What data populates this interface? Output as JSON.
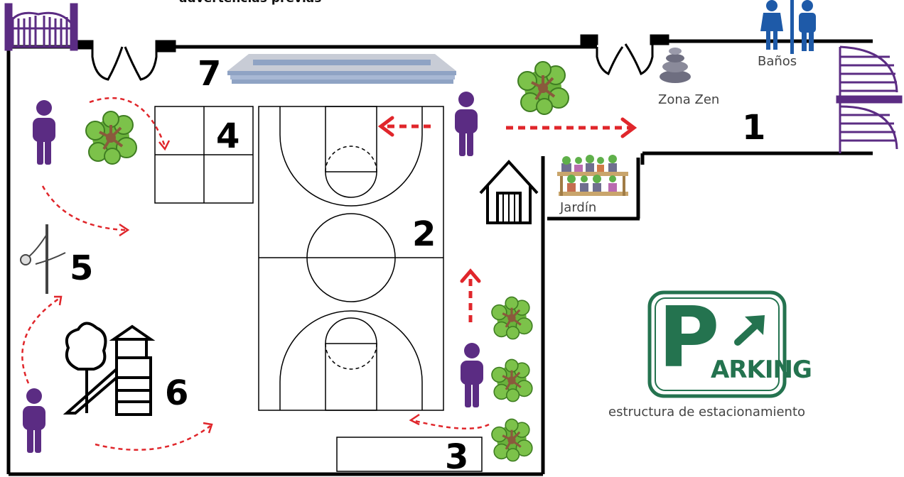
{
  "header": {
    "text": "advertencias previas"
  },
  "zones": {
    "z1": "1",
    "z2": "2",
    "z3": "3",
    "z4": "4",
    "z5": "5",
    "z6": "6",
    "z7": "7"
  },
  "labels": {
    "banos": "Baños",
    "zona_zen": "Zona Zen",
    "jardin": "Jardín",
    "parking_p": "P",
    "parking_word": "ARKING",
    "parking_caption": "estructura de estacionamiento"
  },
  "colors": {
    "person": "#5b2c83",
    "arrow": "#e0262b",
    "parking_green": "#24734f",
    "restroom_blue": "#1e5aa8",
    "tree_green": "#6ab23b",
    "trunk": "#8a5a3c"
  },
  "icons": [
    "gate-icon",
    "restroom-icon",
    "zen-stones-icon",
    "tree-icon",
    "person-icon",
    "shed-icon",
    "garden-planters-icon",
    "playground-icon",
    "tetherball-icon",
    "bleachers-icon",
    "parking-arrow-icon"
  ]
}
